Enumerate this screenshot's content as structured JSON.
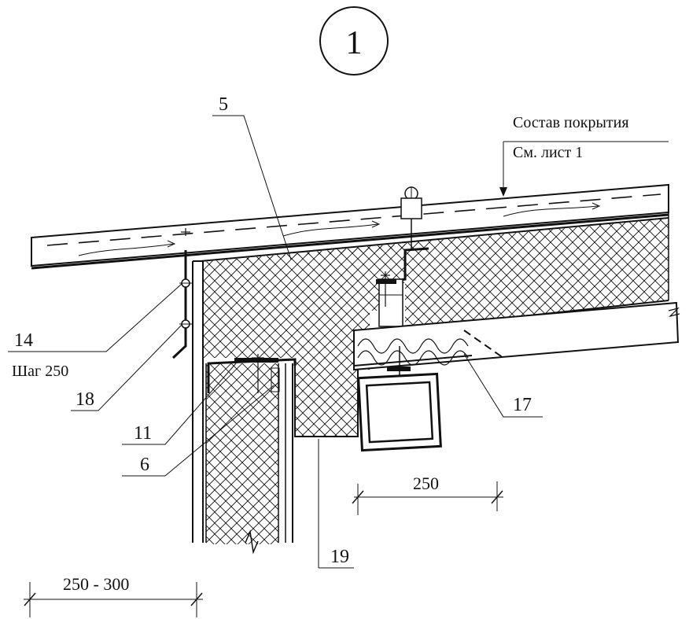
{
  "detail": {
    "number": "1"
  },
  "callouts": {
    "roof_composition": "Состав покрытия",
    "see_sheet": "См. лист 1",
    "item_5": "5",
    "item_14": "14",
    "pitch_note": "Шаг 250",
    "item_18": "18",
    "item_11": "11",
    "item_6": "6",
    "item_19": "19",
    "item_17": "17"
  },
  "dimensions": {
    "purlin_spacing": "250",
    "overhang": "250 - 300"
  },
  "colors": {
    "ink": "#111111",
    "paper": "#ffffff"
  }
}
